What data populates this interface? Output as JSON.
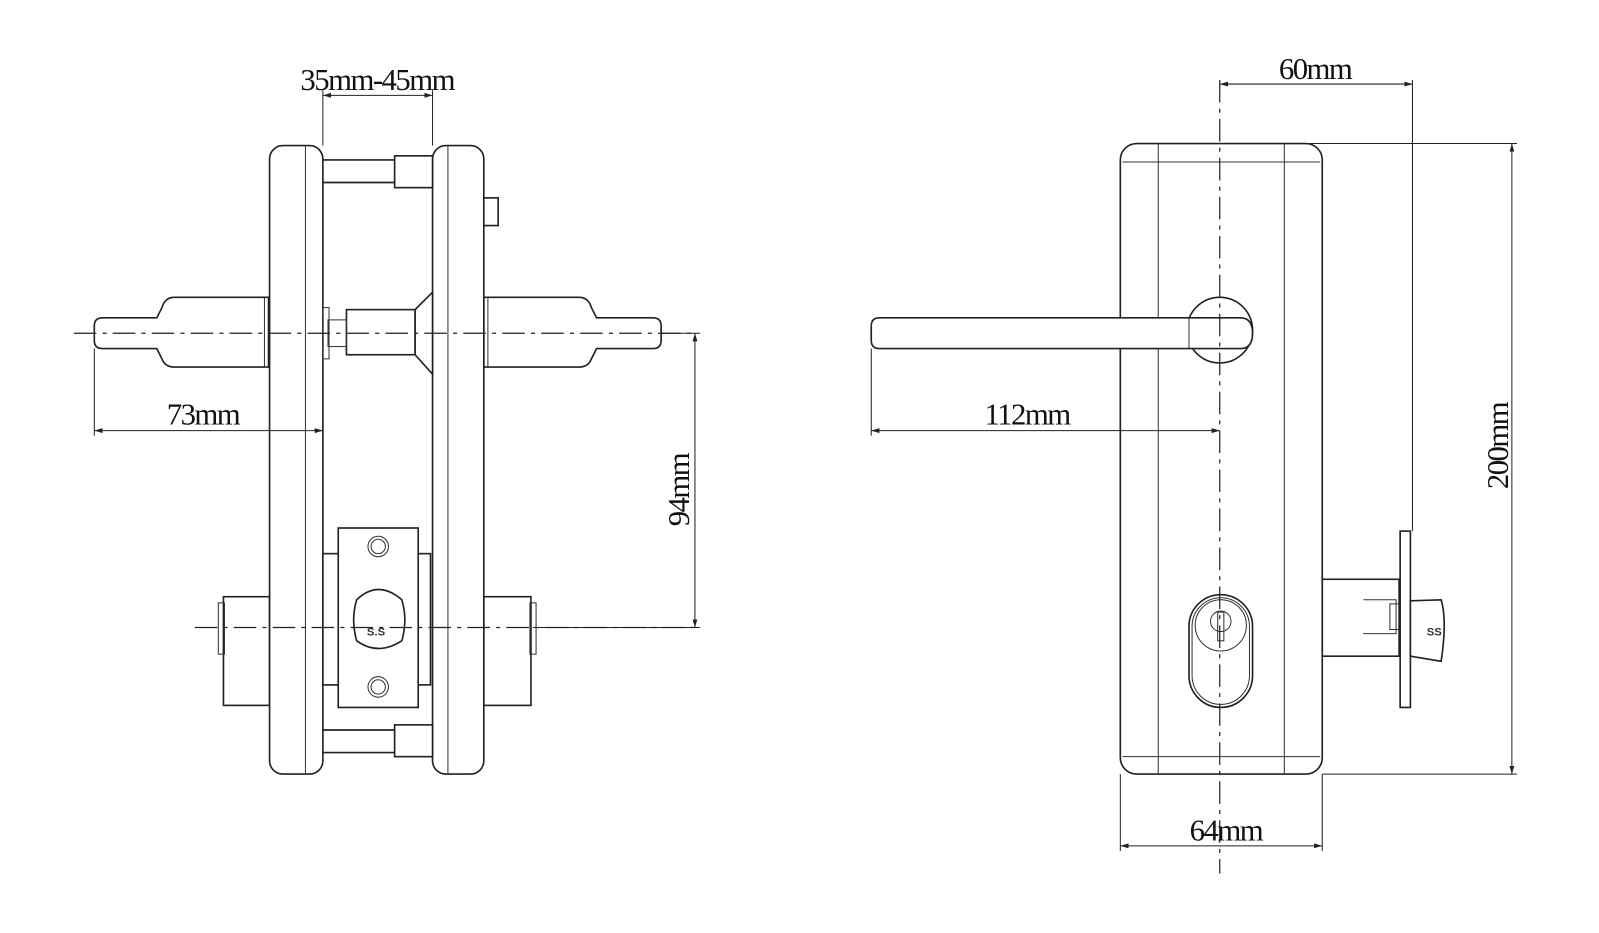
{
  "side_view": {
    "dim_door_thickness": "35mm-45mm",
    "dim_backset": "73mm",
    "dim_center_distance": "94mm",
    "latch_mark": "S.S"
  },
  "front_view": {
    "dim_handle_center_to_edge": "60mm",
    "dim_lever_length": "112mm",
    "dim_plate_height": "200mm",
    "dim_plate_width": "64mm",
    "latch_mark": "SS"
  },
  "colors": {
    "line": "#222222",
    "background": "#ffffff"
  }
}
